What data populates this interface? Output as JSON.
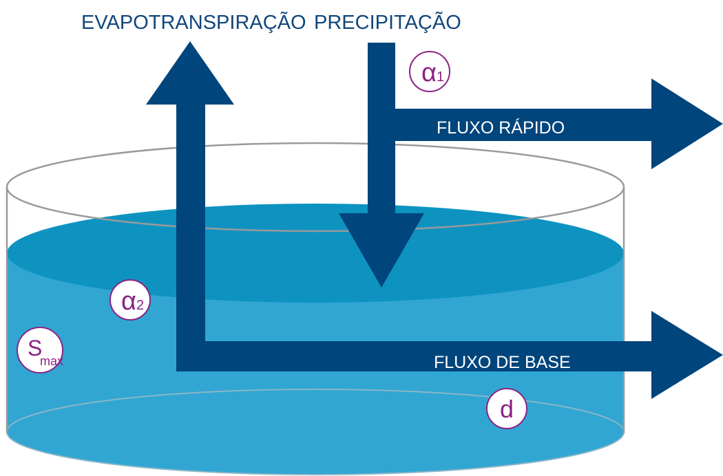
{
  "colors": {
    "arrow": "#00457c",
    "water_top": "#0e93c0",
    "water_body": "#31a6d3",
    "outline": "#9a9a9a",
    "param_circle": "#8a2383",
    "label_top": "#10467b",
    "label_inner": "#ffffff"
  },
  "labels": {
    "evapotranspiracao": "EVAPOTRANSPIRAÇÃO",
    "precipitacao": "PRECIPITAÇÃO",
    "fluxo_rapido": "FLUXO RÁPIDO",
    "fluxo_de_base": "FLUXO DE BASE"
  },
  "parameters": {
    "alpha1": {
      "symbol": "α",
      "subscript": "1"
    },
    "alpha2": {
      "symbol": "α",
      "subscript": "2"
    },
    "smax": {
      "symbol": "S",
      "subscript": "max"
    },
    "d": {
      "symbol": "d",
      "subscript": ""
    }
  }
}
